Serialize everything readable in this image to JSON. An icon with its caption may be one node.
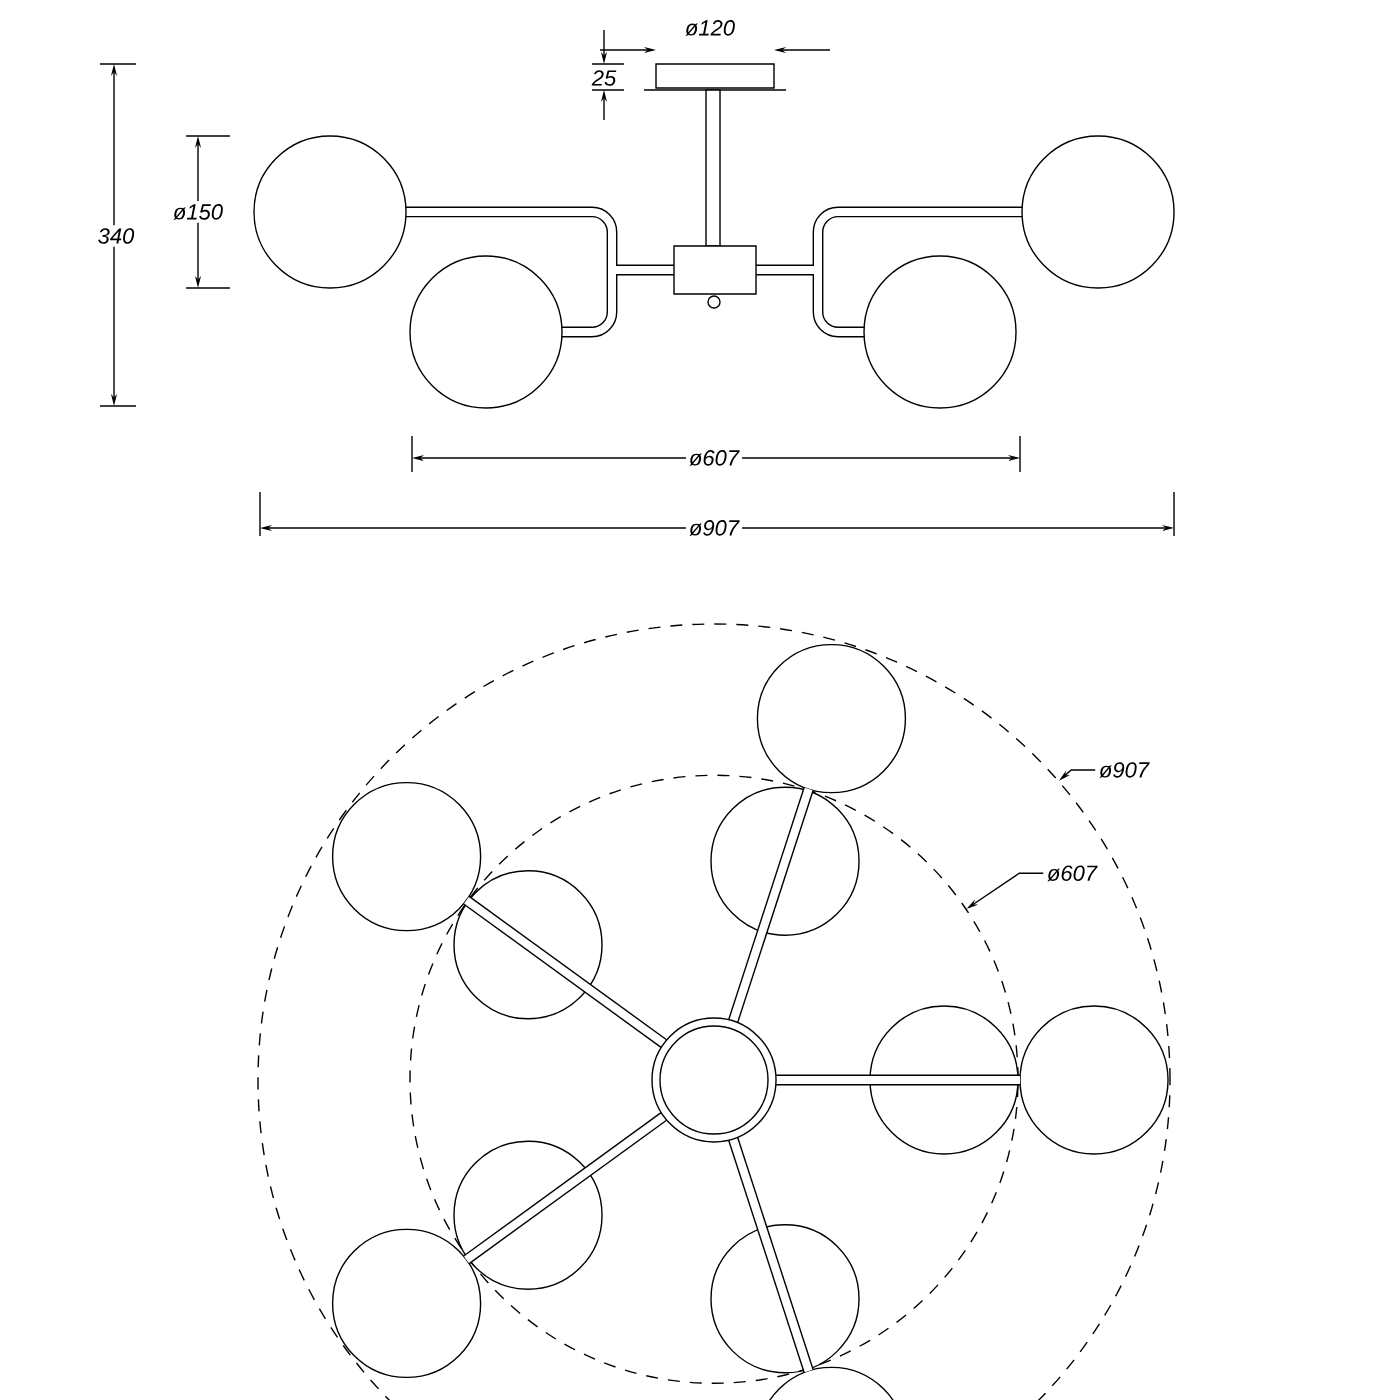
{
  "diagram": {
    "nodes": [
      {
        "text": [
          "ø907"
        ]
      },
      {
        "text": [
          "ø607"
        ],
        "in": 2
      },
      {
        "text": [],
        "shape": "circle"
      },
      {
        "text": [],
        "shape": "circle",
        "in": 2
      }
    ],
    "edges": [
      {
        "from": 0,
        "to": 2,
        "arrow": "to"
      },
      {
        "from": 1,
        "to": 3,
        "arrow": "to"
      }
    ],
    "labels": [
      "ø120",
      "25",
      "340",
      "ø150",
      "ø607",
      "ø907"
    ]
  }
}
